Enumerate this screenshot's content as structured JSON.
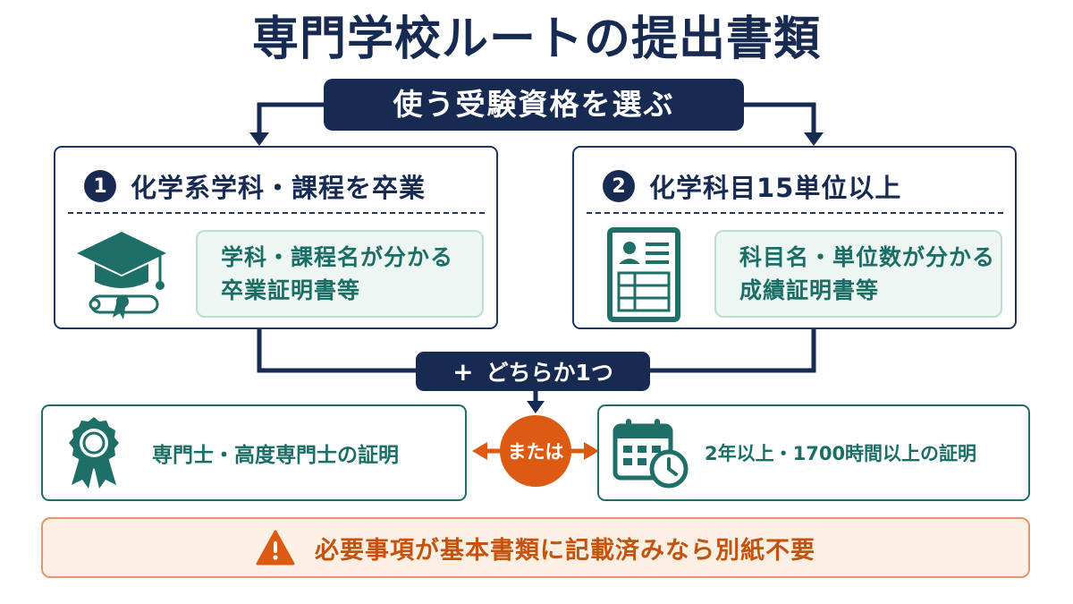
{
  "title": "専門学校ルートの提出書類",
  "selector": {
    "label": "使う受験資格を選ぶ"
  },
  "routes": [
    {
      "number": "1",
      "heading": "化学系学科・課程を卒業",
      "icon": "graduation-cap-diploma-icon",
      "document_lines": [
        "学科・課程名が分かる",
        "卒業証明書等"
      ]
    },
    {
      "number": "2",
      "heading": "化学科目15単位以上",
      "icon": "transcript-document-icon",
      "document_lines": [
        "科目名・単位数が分かる",
        "成績証明書等"
      ]
    }
  ],
  "combine": {
    "plus": "+",
    "label": "どちらか1つ"
  },
  "certificates": [
    {
      "icon": "award-ribbon-icon",
      "text": "専門士・高度専門士の証明"
    },
    {
      "icon": "calendar-clock-icon",
      "text": "2年以上・1700時間以上の証明"
    }
  ],
  "or_label": "または",
  "note": {
    "icon": "warning-icon",
    "text": "必要事項が基本書類に記載済みなら別紙不要"
  },
  "colors": {
    "navy": "#172a52",
    "teal": "#1a6e66",
    "teal_light_bg": "#eef6f4",
    "orange": "#dd5a12",
    "note_bg": "#fcefe3",
    "note_border": "#e6956a"
  }
}
